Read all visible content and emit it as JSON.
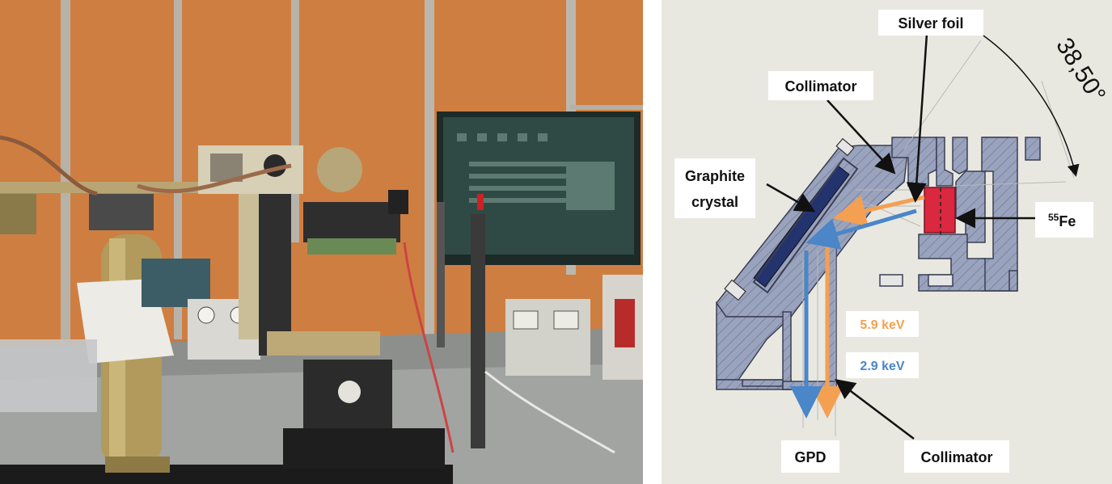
{
  "diagram": {
    "angle_label": "38,50°",
    "labels": {
      "silver_foil": "Silver foil",
      "collimator_top": "Collimator",
      "graphite_line1": "Graphite",
      "graphite_line2": "crystal",
      "fe_superscript": "55",
      "fe_element": "Fe",
      "gpd": "GPD",
      "collimator_bottom": "Collimator"
    },
    "energies": [
      {
        "label": "5.9 keV",
        "color": "#f4a052"
      },
      {
        "label": "2.9 keV",
        "color": "#4a86c8"
      }
    ],
    "colors": {
      "background": "#e9e8e0",
      "structure": "#9aa3bd",
      "structure_stroke": "#3a3f55",
      "crystal": "#22336e",
      "source": "#d9283f"
    }
  }
}
